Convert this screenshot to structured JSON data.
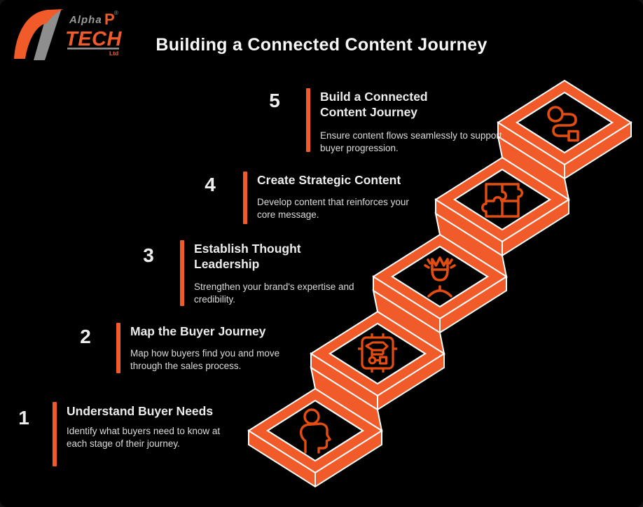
{
  "title": "Building a Connected Content Journey",
  "logo": {
    "alpha": "Alpha",
    "p": "P",
    "registered": "®",
    "tech": "TECH",
    "ltd": "Ltd"
  },
  "colors": {
    "background": "#000000",
    "accent": "#F15A29",
    "icon_stroke": "#E54D10",
    "outline": "#FFFFFF",
    "heading_text": "#ECECEC",
    "description_text": "#DCDCDC",
    "logo_gray": "#8E8E8E"
  },
  "steps": [
    {
      "number": "1",
      "heading": "Understand Buyer Needs",
      "description": "Identify what buyers need to know at each stage of their journey.",
      "icon": "buyer-needs-icon"
    },
    {
      "number": "2",
      "heading": "Map the Buyer Journey",
      "description": "Map how buyers find you and move through the sales process.",
      "icon": "journey-map-icon"
    },
    {
      "number": "3",
      "heading": "Establish Thought Leadership",
      "description": "Strengthen your brand's expertise and credibility.",
      "icon": "thought-leadership-icon"
    },
    {
      "number": "4",
      "heading": "Create Strategic Content",
      "description": "Develop content that reinforces your core message.",
      "icon": "strategic-content-icon"
    },
    {
      "number": "5",
      "heading": "Build a Connected Content Journey",
      "description": "Ensure content flows seamlessly to support buyer progression.",
      "icon": "connected-journey-icon"
    }
  ]
}
